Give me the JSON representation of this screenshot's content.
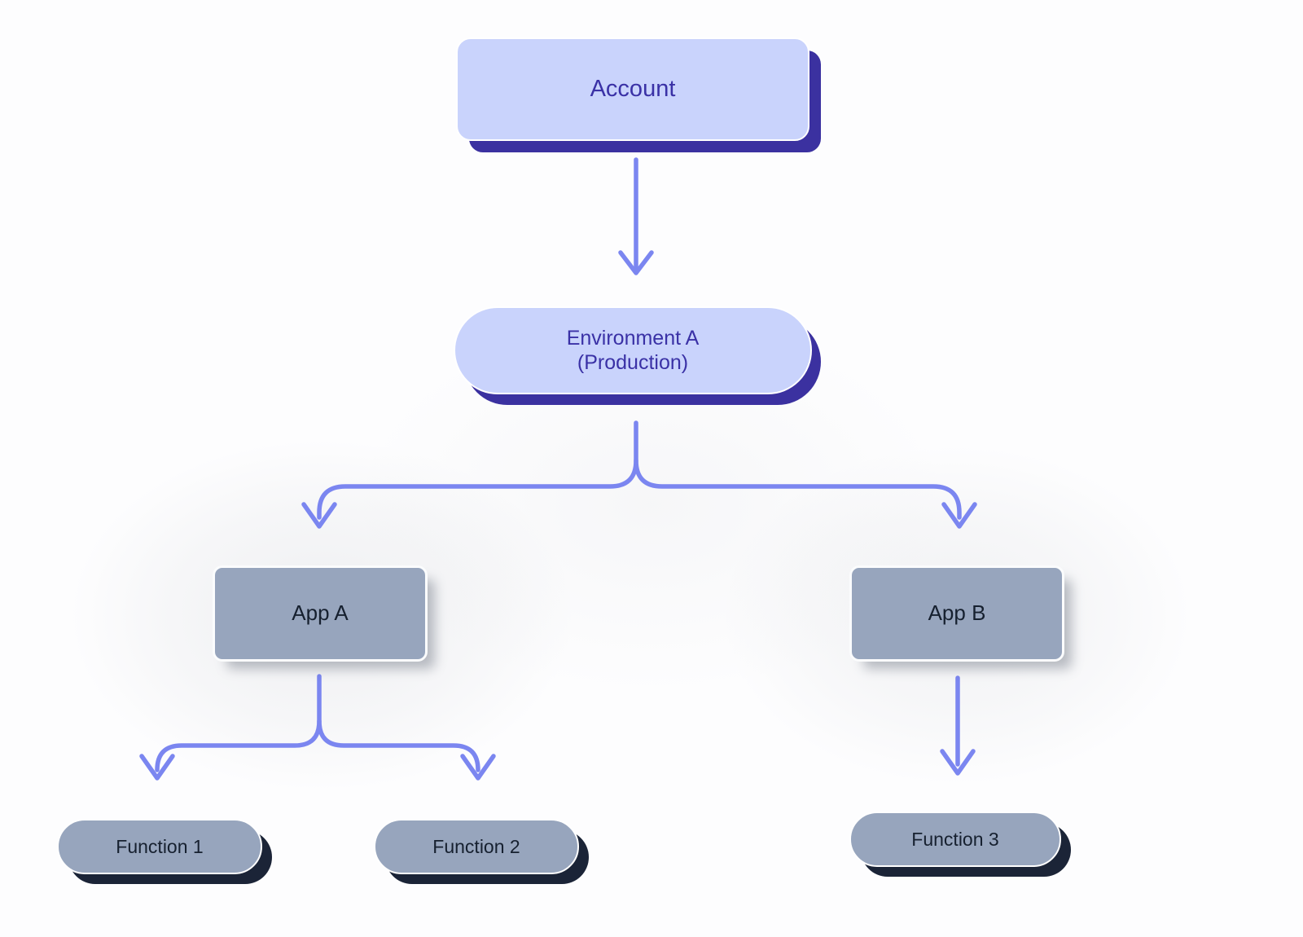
{
  "diagram": {
    "type": "hierarchy-tree",
    "title": "Account / Environment / App / Function hierarchy",
    "colors": {
      "node_primary_fill": "#c9d3fc",
      "node_primary_text": "#3a31a6",
      "node_primary_shadow": "#3b31a0",
      "node_secondary_fill": "#97a5bd",
      "node_secondary_text": "#16202f",
      "node_secondary_shadow": "#1b2437",
      "connector": "#7b86f0",
      "background": "#fdfdfe"
    },
    "nodes": {
      "account": {
        "label": "Account",
        "shape": "rounded-rect",
        "level": 1
      },
      "environment_a": {
        "label": "Environment A\n(Production)",
        "shape": "stadium",
        "level": 2
      },
      "app_a": {
        "label": "App A",
        "shape": "rounded-rect",
        "level": 3
      },
      "app_b": {
        "label": "App B",
        "shape": "rounded-rect",
        "level": 3
      },
      "function_1": {
        "label": "Function 1",
        "shape": "stadium",
        "level": 4
      },
      "function_2": {
        "label": "Function 2",
        "shape": "stadium",
        "level": 4
      },
      "function_3": {
        "label": "Function 3",
        "shape": "stadium",
        "level": 4
      }
    },
    "edges": [
      {
        "from": "account",
        "to": "environment_a",
        "style": "straight-arrow"
      },
      {
        "from": "environment_a",
        "to": "app_a",
        "style": "branch-arrow"
      },
      {
        "from": "environment_a",
        "to": "app_b",
        "style": "branch-arrow"
      },
      {
        "from": "app_a",
        "to": "function_1",
        "style": "branch-arrow"
      },
      {
        "from": "app_a",
        "to": "function_2",
        "style": "branch-arrow"
      },
      {
        "from": "app_b",
        "to": "function_3",
        "style": "straight-arrow"
      }
    ]
  }
}
